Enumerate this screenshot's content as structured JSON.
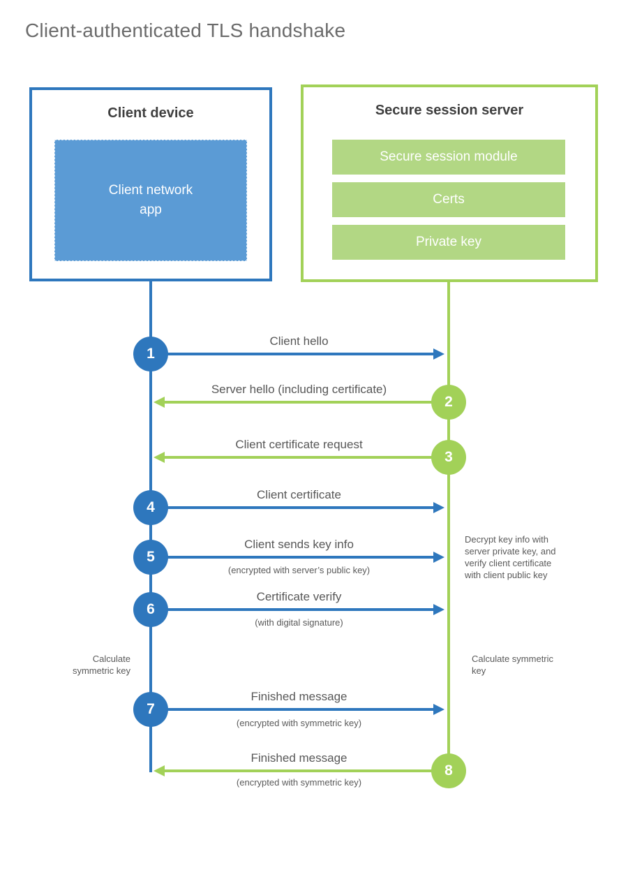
{
  "title": "Client-authenticated TLS handshake",
  "colors": {
    "blue": "#2e77bd",
    "blue_light": "#5b9bd5",
    "green": "#a2d158",
    "green_light": "#b2d784",
    "heading_text": "#3f3f3f",
    "label_text": "#575757",
    "title_text": "#6b6b6b"
  },
  "client": {
    "heading": "Client device",
    "module_line1": "Client network",
    "module_line2": "app"
  },
  "server": {
    "heading": "Secure session server",
    "modules": [
      "Secure session module",
      "Certs",
      "Private key"
    ]
  },
  "steps": [
    {
      "number": "1",
      "direction": "client_to_server",
      "label": "Client hello",
      "sublabel": ""
    },
    {
      "number": "2",
      "direction": "server_to_client",
      "label": "Server hello (including certificate)",
      "sublabel": ""
    },
    {
      "number": "3",
      "direction": "server_to_client",
      "label": "Client certificate request",
      "sublabel": ""
    },
    {
      "number": "4",
      "direction": "client_to_server",
      "label": "Client certificate",
      "sublabel": ""
    },
    {
      "number": "5",
      "direction": "client_to_server",
      "label": "Client sends key info",
      "sublabel": "(encrypted with server’s public key)"
    },
    {
      "number": "6",
      "direction": "client_to_server",
      "label": "Certificate verify",
      "sublabel": "(with digital signature)"
    },
    {
      "number": "7",
      "direction": "client_to_server",
      "label": "Finished message",
      "sublabel": "(encrypted with symmetric key)"
    },
    {
      "number": "8",
      "direction": "server_to_client",
      "label": "Finished message",
      "sublabel": "(encrypted with symmetric key)"
    }
  ],
  "annotations": {
    "decrypt_lines": [
      "Decrypt key info with",
      "server private key, and",
      "verify client certificate",
      "with client public key"
    ],
    "calc_left": "Calculate symmetric key",
    "calc_right": "Calculate symmetric key"
  }
}
